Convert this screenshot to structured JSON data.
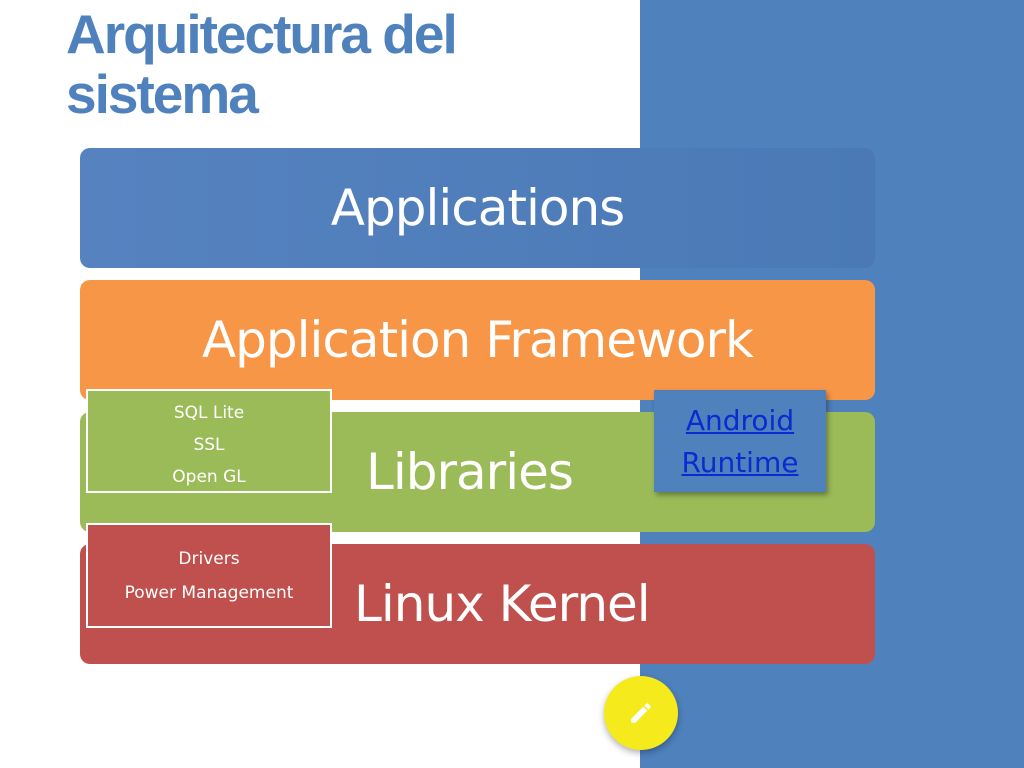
{
  "slide": {
    "title": "Arquitectura del sistema",
    "colors": {
      "title": "#4f81bd",
      "panel": "#4f81bd",
      "applications": "#4f81bd",
      "framework": "#f79646",
      "libraries": "#9bbb59",
      "kernel": "#c0504d",
      "runtime_link": "#0b2bd0",
      "edit_button": "#f5ea1c"
    }
  },
  "layers": {
    "applications": "Applications",
    "framework": "Application Framework",
    "libraries": "Libraries",
    "kernel": "Linux Kernel"
  },
  "libraries_box": {
    "items": [
      "SQL Lite",
      "SSL",
      "Open GL"
    ]
  },
  "kernel_box": {
    "items": [
      "Drivers",
      "Power Management"
    ]
  },
  "runtime": {
    "line1": "Android",
    "line2": "Runtime"
  },
  "edit_button": {
    "icon": "pencil-icon"
  }
}
